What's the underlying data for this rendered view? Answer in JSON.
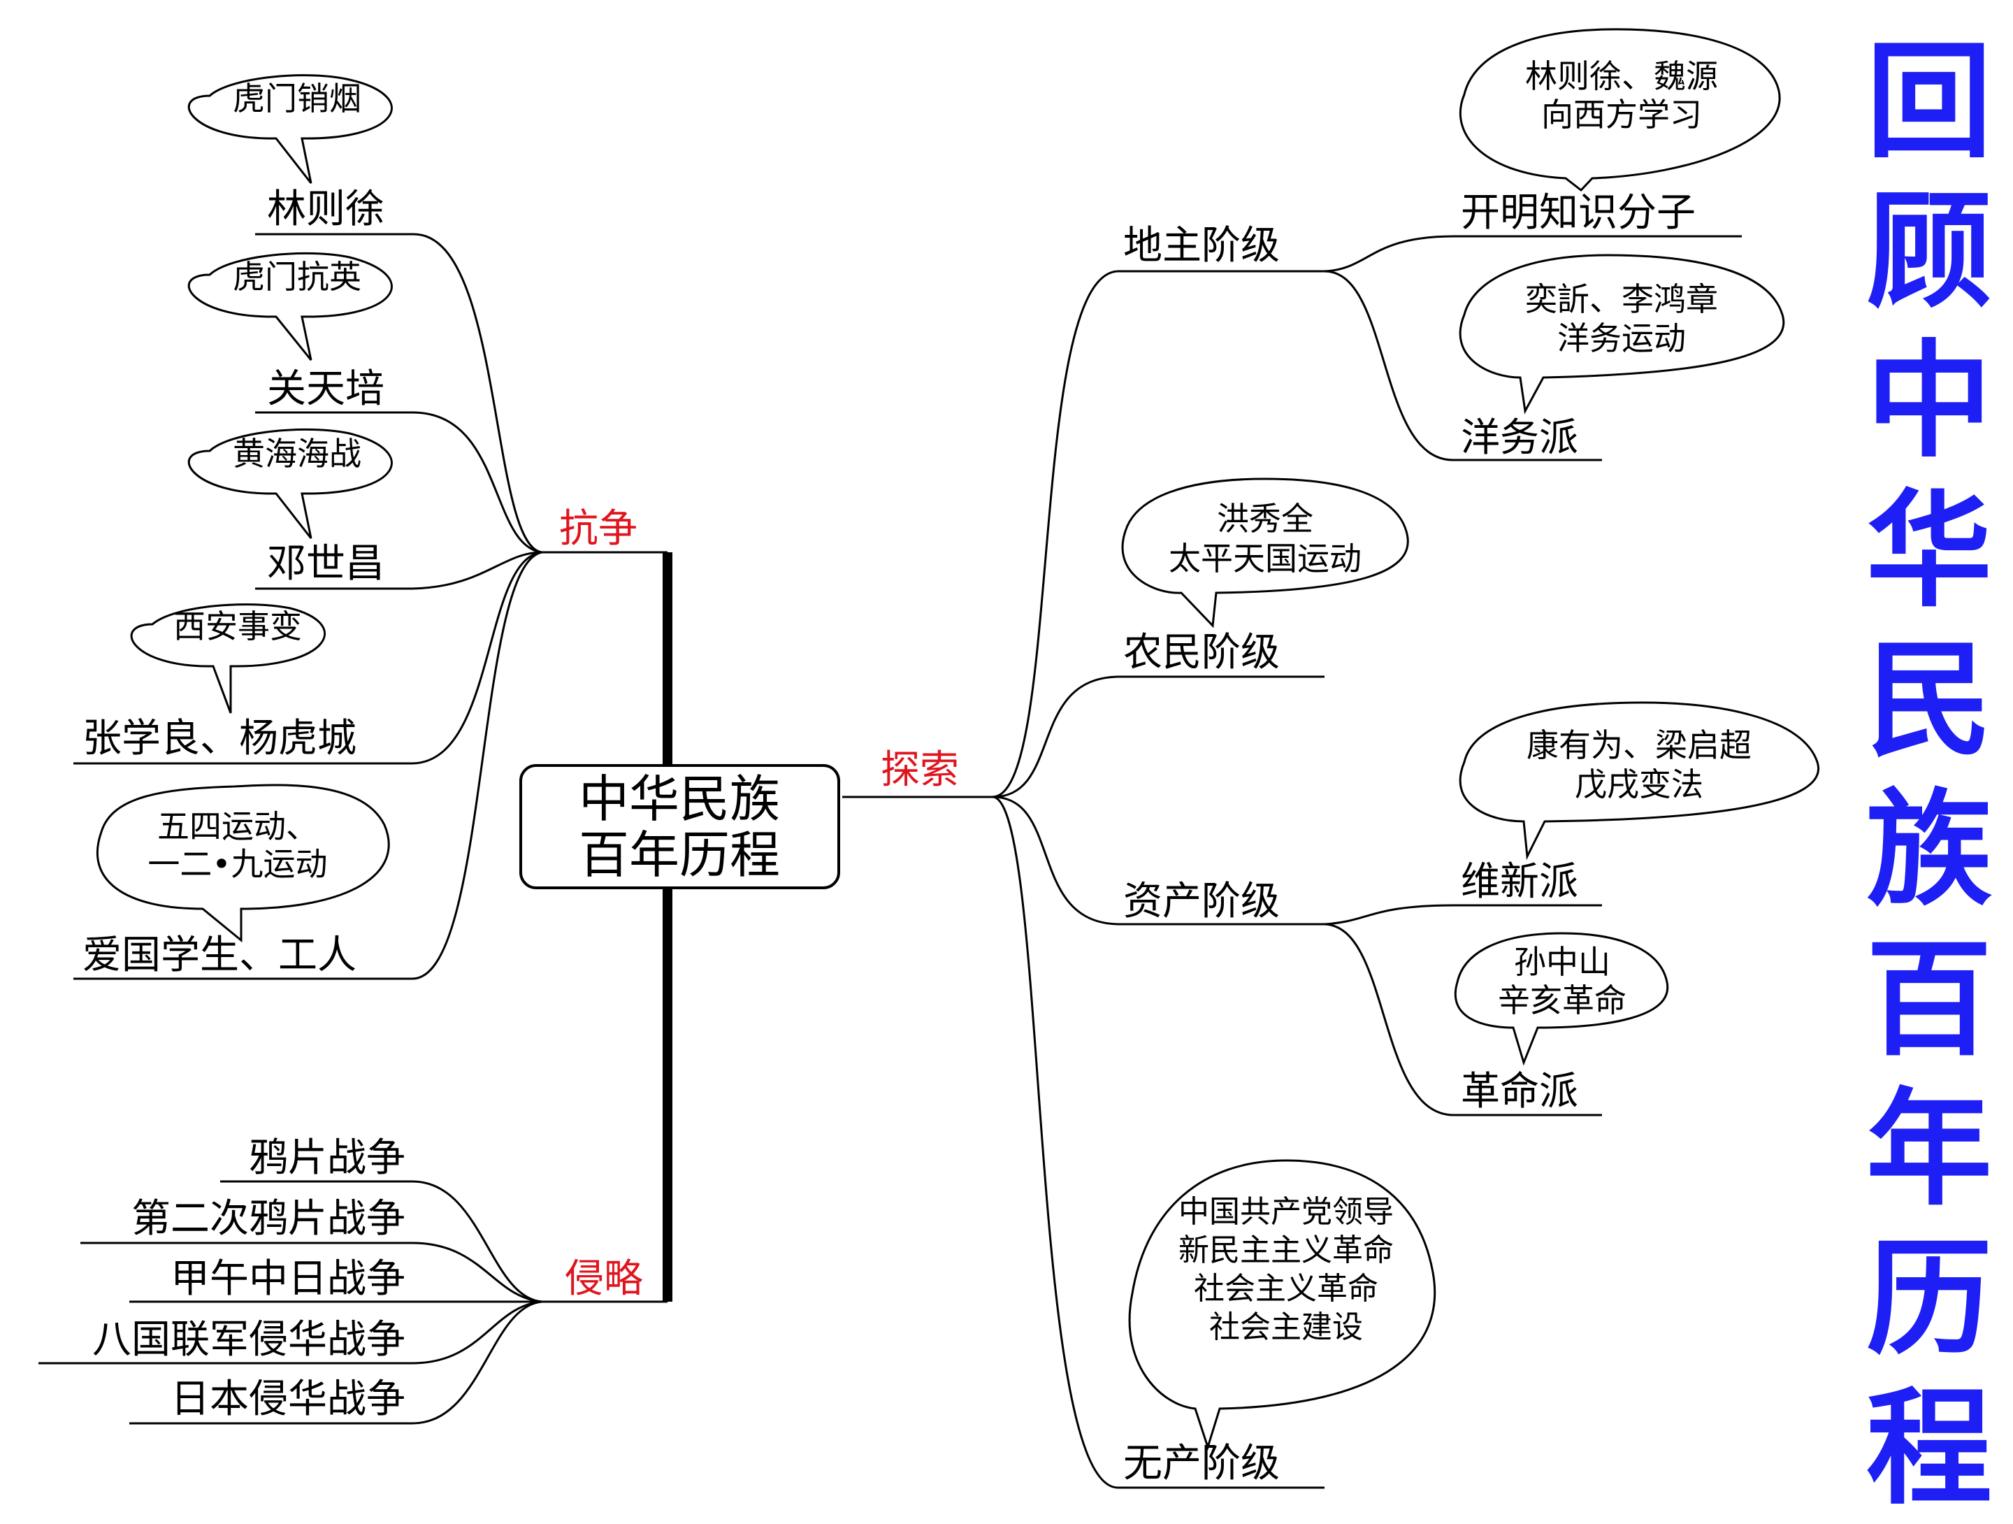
{
  "title": "回顾中华民族百年历程",
  "colors": {
    "title_blue": "#1d1ff5",
    "branch_red": "#e0141e",
    "ink": "#000000"
  },
  "center": {
    "line1": "中华民族",
    "line2": "百年历程"
  },
  "branches": {
    "resist": "抗争",
    "aggression": "侵略",
    "explore": "探索"
  },
  "resist_items": [
    {
      "label": "林则徐",
      "bubble": "虎门销烟"
    },
    {
      "label": "关天培",
      "bubble": "虎门抗英"
    },
    {
      "label": "邓世昌",
      "bubble": "黄海海战"
    },
    {
      "label": "张学良、杨虎城",
      "bubble": "西安事变"
    },
    {
      "label": "爱国学生、工人",
      "bubble_line1": "五四运动、",
      "bubble_line2": "一二•九运动"
    }
  ],
  "aggression_items": [
    "鸦片战争",
    "第二次鸦片战争",
    "甲午中日战争",
    "八国联军侵华战争",
    "日本侵华战争"
  ],
  "explore_classes": {
    "landlord": {
      "label": "地主阶级",
      "subs": [
        {
          "label": "开明知识分子",
          "bubble_line1": "林则徐、魏源",
          "bubble_line2": "向西方学习"
        },
        {
          "label": "洋务派",
          "bubble_line1": "奕訢、李鸿章",
          "bubble_line2": "洋务运动"
        }
      ]
    },
    "peasant": {
      "label": "农民阶级",
      "bubble_line1": "洪秀全",
      "bubble_line2": "太平天国运动"
    },
    "bourgeois": {
      "label": "资产阶级",
      "subs": [
        {
          "label": "维新派",
          "bubble_line1": "康有为、梁启超",
          "bubble_line2": "戊戌变法"
        },
        {
          "label": "革命派",
          "bubble_line1": "孙中山",
          "bubble_line2": "辛亥革命"
        }
      ]
    },
    "proletariat": {
      "label": "无产阶级",
      "bubble_lines": [
        "中国共产党领导",
        "新民主主义革命",
        "社会主义革命",
        "社会主建设"
      ]
    }
  }
}
